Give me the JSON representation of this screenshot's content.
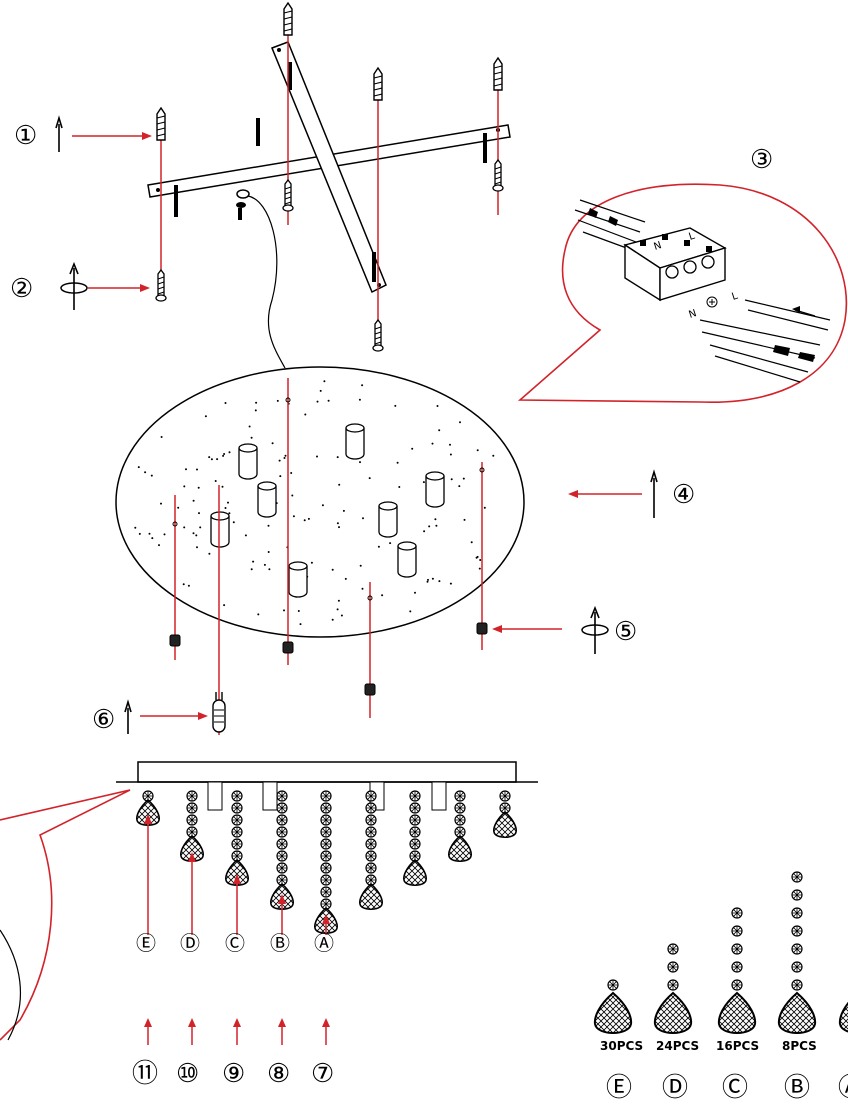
{
  "steps": {
    "s1": "①",
    "s2": "②",
    "s3": "③",
    "s4": "④",
    "s5": "⑤",
    "s6": "⑥",
    "s7": "⑦",
    "s8": "⑧",
    "s9": "⑨",
    "s10": "⑩",
    "s11": "⑪"
  },
  "strand_letters": {
    "a": "Ⓐ",
    "b": "Ⓑ",
    "c": "Ⓒ",
    "d": "Ⓓ",
    "e": "Ⓔ"
  },
  "legend": {
    "e_count": "30PCS",
    "d_count": "24PCS",
    "c_count": "16PCS",
    "b_count": "8PCS",
    "e_letter": "Ⓔ",
    "d_letter": "Ⓓ",
    "c_letter": "Ⓒ",
    "b_letter": "Ⓑ",
    "a_letter_partial": "Ⓐ"
  },
  "connector_terminals": {
    "n": "N",
    "l": "L"
  },
  "colors": {
    "accent_red": "#d2232a",
    "line": "#000000"
  }
}
